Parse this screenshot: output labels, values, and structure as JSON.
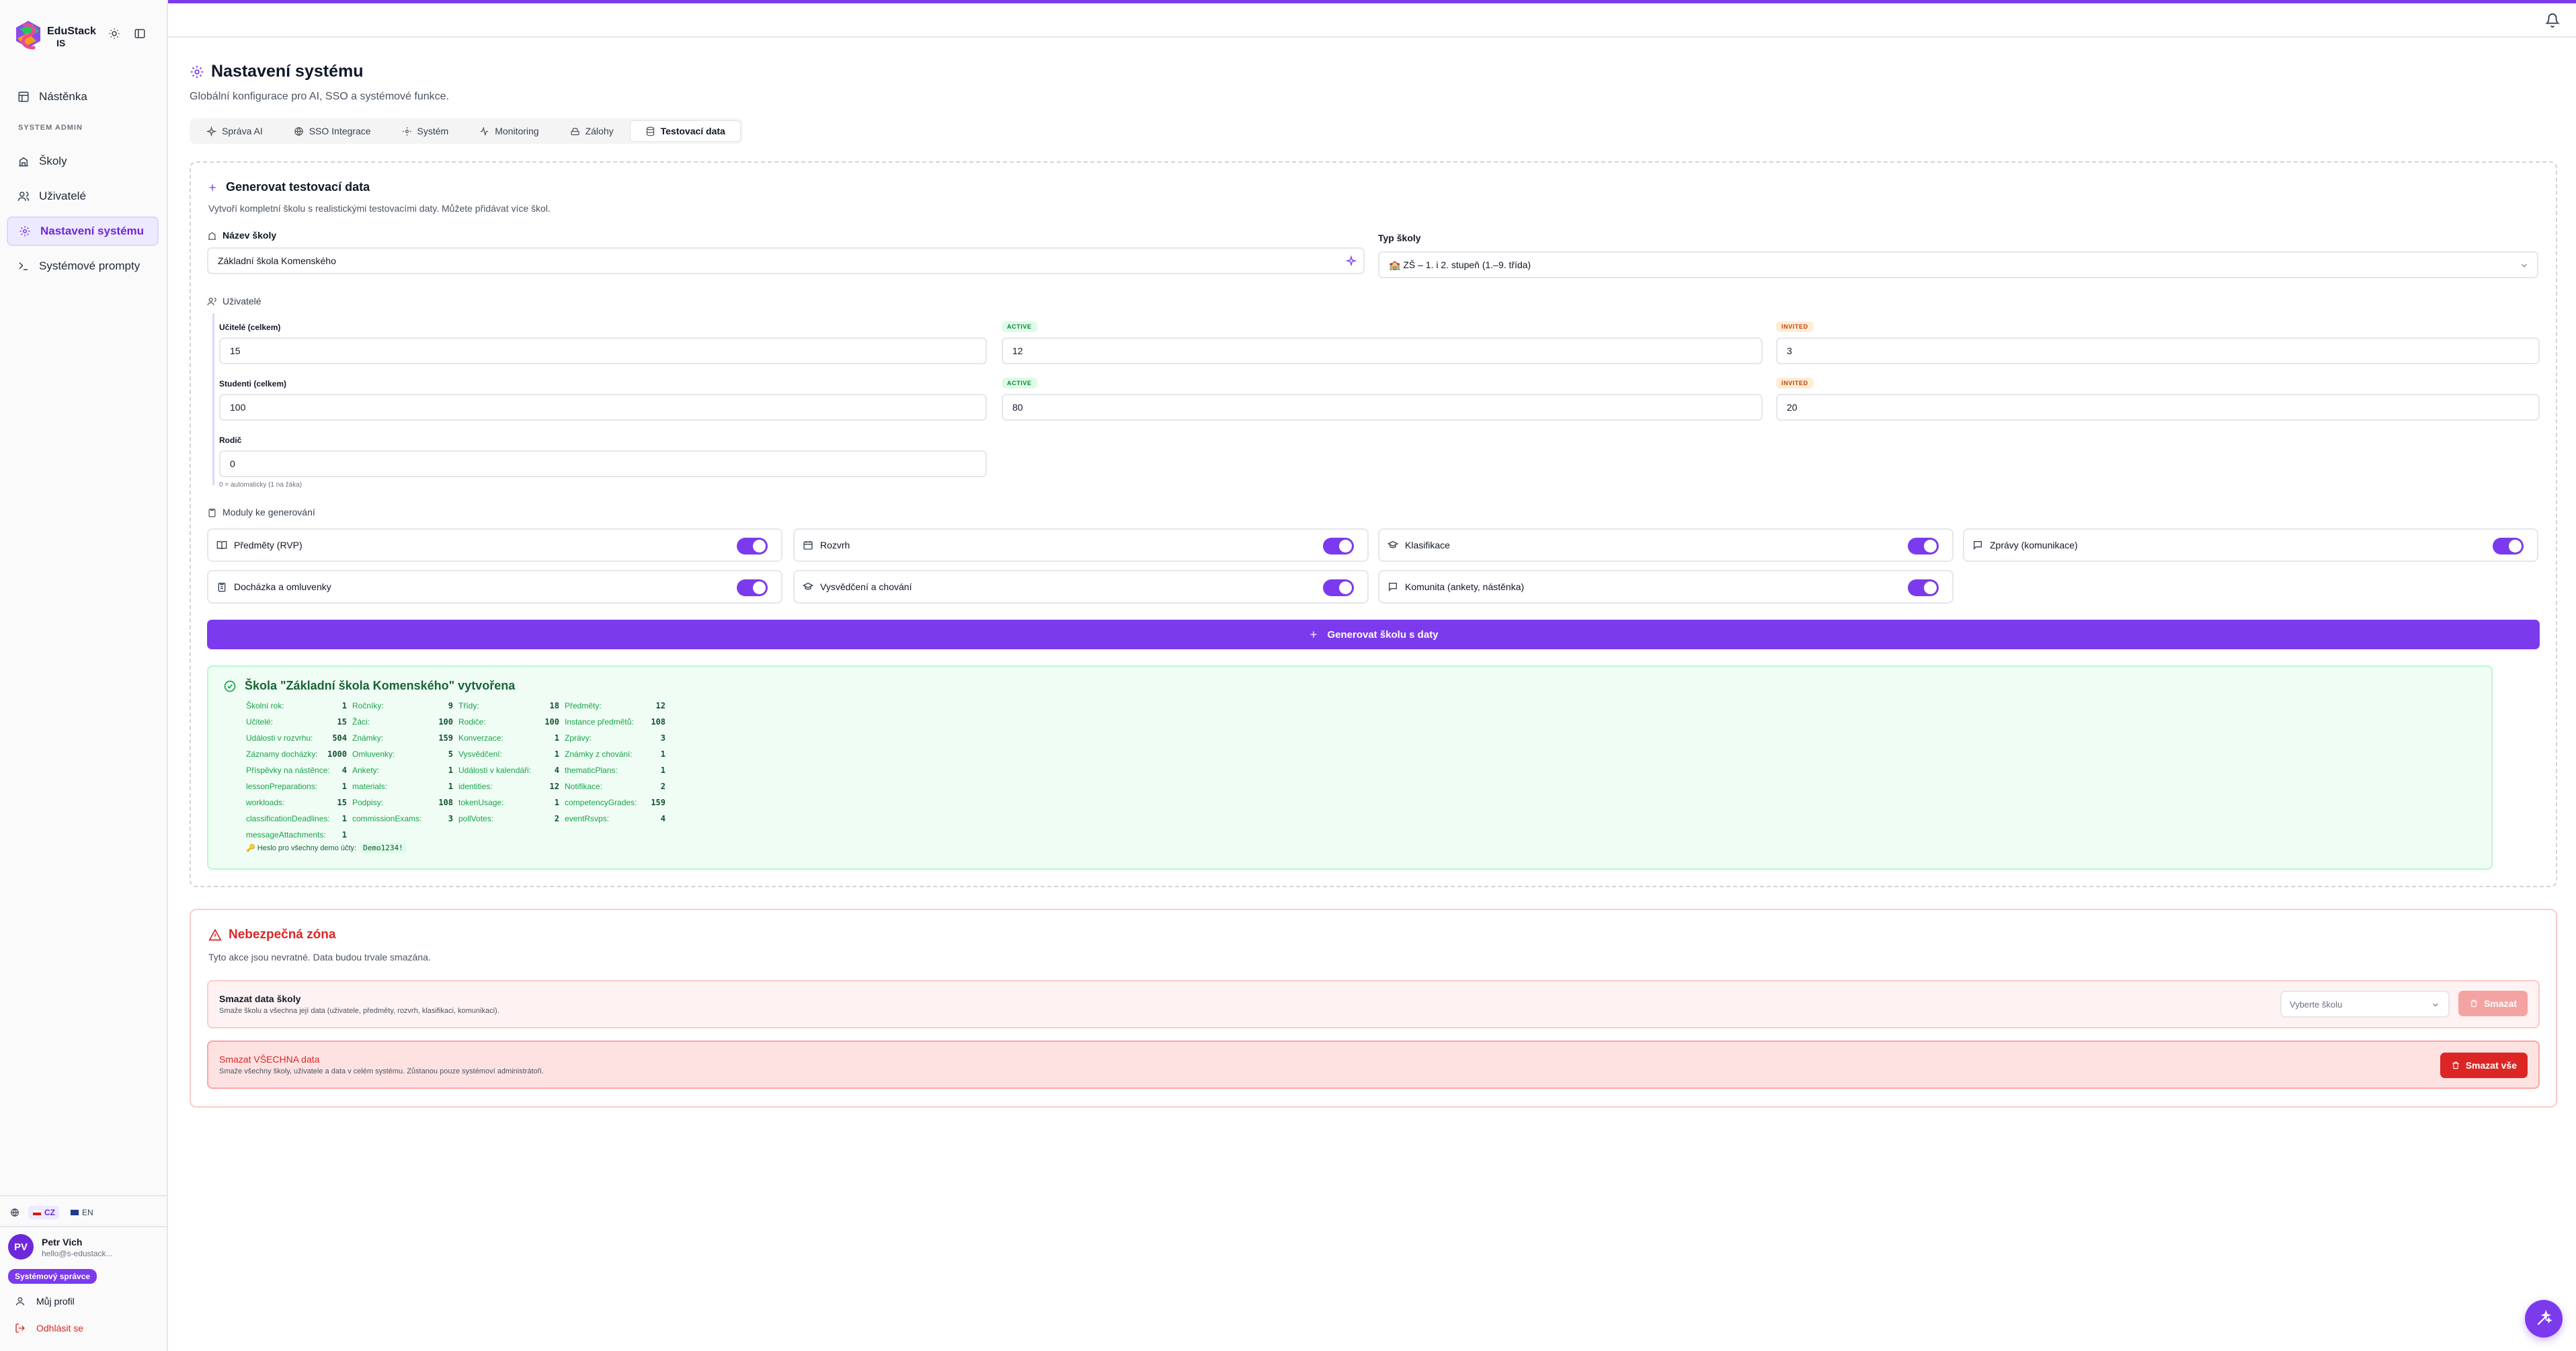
{
  "brand": {
    "name": "EduStack",
    "sub": "IS"
  },
  "sidebar": {
    "section_label": "SYSTEM ADMIN",
    "items": [
      {
        "label": "Nástěnka",
        "icon": "dashboard-icon"
      },
      {
        "label": "Školy",
        "icon": "school-icon"
      },
      {
        "label": "Uživatelé",
        "icon": "users-icon"
      },
      {
        "label": "Nastavení systému",
        "icon": "gear-icon",
        "active": true
      },
      {
        "label": "Systémové prompty",
        "icon": "terminal-icon"
      }
    ],
    "languages": [
      {
        "code": "CZ",
        "active": true
      },
      {
        "code": "EN",
        "active": false
      }
    ],
    "user": {
      "initials": "PV",
      "name": "Petr Vich",
      "email": "hello@s-edustack...",
      "role": "Systémový správce"
    },
    "profile_link": "Můj profil",
    "logout_link": "Odhlásit se"
  },
  "page": {
    "title": "Nastavení systému",
    "subtitle": "Globální konfigurace pro AI, SSO a systémové funkce."
  },
  "tabs": [
    {
      "label": "Správa AI"
    },
    {
      "label": "SSO Integrace"
    },
    {
      "label": "Systém"
    },
    {
      "label": "Monitoring"
    },
    {
      "label": "Zálohy"
    },
    {
      "label": "Testovací data",
      "active": true
    }
  ],
  "generator": {
    "title": "Generovat testovací data",
    "description": "Vytvoří kompletní školu s realistickými testovacími daty. Můžete přidávat více škol.",
    "school_name_label": "Název školy",
    "school_name_value": "Základní škola Komenského",
    "school_type_label": "Typ školy",
    "school_type_value": "🏫 ZŠ – 1. i 2. stupeň (1.–9. třída)",
    "users_label": "Uživatelé",
    "teachers_label": "Učitelé (celkem)",
    "teachers_total": "15",
    "teachers_active": "12",
    "teachers_invited": "3",
    "students_label": "Studenti (celkem)",
    "students_total": "100",
    "students_active": "80",
    "students_invited": "20",
    "active_badge": "ACTIVE",
    "invited_badge": "INVITED",
    "parents_label": "Rodič",
    "parents_value": "0",
    "parents_hint": "0 = automaticky (1 na žáka)",
    "modules_label": "Moduly ke generování",
    "modules": [
      {
        "label": "Předměty (RVP)",
        "icon": "book-icon",
        "on": true
      },
      {
        "label": "Rozvrh",
        "icon": "calendar-icon",
        "on": true
      },
      {
        "label": "Klasifikace",
        "icon": "graduation-cap-icon",
        "on": true
      },
      {
        "label": "Zprávy (komunikace)",
        "icon": "message-icon",
        "on": true
      },
      {
        "label": "Docházka a omluvenky",
        "icon": "clipboard-icon",
        "on": true
      },
      {
        "label": "Vysvědčení a chování",
        "icon": "graduation-cap-icon",
        "on": true
      },
      {
        "label": "Komunita (ankety, nástěnka)",
        "icon": "message-icon",
        "on": true
      }
    ],
    "generate_button": "Generovat školu s daty"
  },
  "result": {
    "title": "Škola \"Základní škola Komenského\" vytvořena",
    "stats": [
      {
        "k": "Školní rok:",
        "v": "1"
      },
      {
        "k": "Ročníky:",
        "v": "9"
      },
      {
        "k": "Třídy:",
        "v": "18"
      },
      {
        "k": "Předměty:",
        "v": "12"
      },
      {
        "k": "Učitelé:",
        "v": "15"
      },
      {
        "k": "Žáci:",
        "v": "100"
      },
      {
        "k": "Rodiče:",
        "v": "100"
      },
      {
        "k": "Instance předmětů:",
        "v": "108"
      },
      {
        "k": "Události v rozvrhu:",
        "v": "504"
      },
      {
        "k": "Známky:",
        "v": "159"
      },
      {
        "k": "Konverzace:",
        "v": "1"
      },
      {
        "k": "Zprávy:",
        "v": "3"
      },
      {
        "k": "Záznamy docházky:",
        "v": "1000"
      },
      {
        "k": "Omluvenky:",
        "v": "5"
      },
      {
        "k": "Vysvědčení:",
        "v": "1"
      },
      {
        "k": "Známky z chování:",
        "v": "1"
      },
      {
        "k": "Příspěvky na nástěnce:",
        "v": "4"
      },
      {
        "k": "Ankety:",
        "v": "1"
      },
      {
        "k": "Události v kalendáři:",
        "v": "4"
      },
      {
        "k": "thematicPlans:",
        "v": "1"
      },
      {
        "k": "lessonPreparations:",
        "v": "1"
      },
      {
        "k": "materials:",
        "v": "1"
      },
      {
        "k": "identities:",
        "v": "12"
      },
      {
        "k": "Notifikace:",
        "v": "2"
      },
      {
        "k": "workloads:",
        "v": "15"
      },
      {
        "k": "Podpisy:",
        "v": "108"
      },
      {
        "k": "tokenUsage:",
        "v": "1"
      },
      {
        "k": "competencyGrades:",
        "v": "159"
      },
      {
        "k": "classificationDeadlines:",
        "v": "1"
      },
      {
        "k": "commissionExams:",
        "v": "3"
      },
      {
        "k": "pollVotes:",
        "v": "2"
      },
      {
        "k": "eventRsvps:",
        "v": "4"
      },
      {
        "k": "messageAttachments:",
        "v": "1"
      }
    ],
    "password_label": "🔑 Heslo pro všechny demo účty:",
    "password_value": "Demo1234!"
  },
  "danger": {
    "title": "Nebezpečná zóna",
    "description": "Tyto akce jsou nevratné. Data budou trvale smazána.",
    "delete_school_title": "Smazat data školy",
    "delete_school_desc": "Smaže školu a všechna její data (uživatele, předměty, rozvrh, klasifikaci, komunikaci).",
    "select_placeholder": "Vyberte školu",
    "delete_button": "Smazat",
    "delete_all_title": "Smazat VŠECHNA data",
    "delete_all_desc": "Smaže všechny školy, uživatele a data v celém systému. Zůstanou pouze systémoví administrátoři.",
    "delete_all_button": "Smazat vše"
  }
}
